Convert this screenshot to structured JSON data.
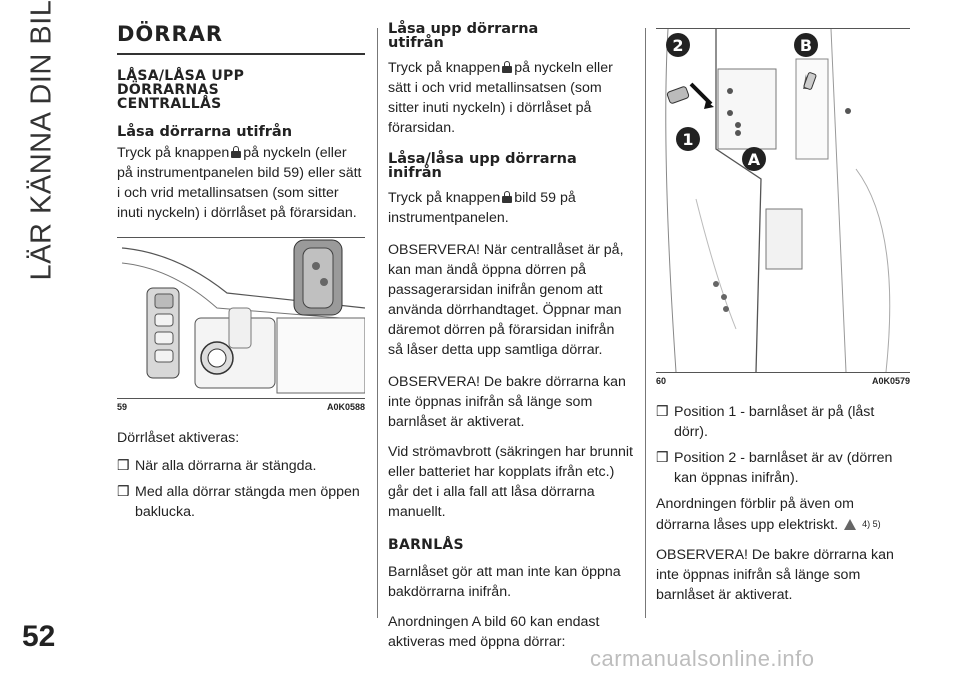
{
  "side_title": "LÄR KÄNNA DIN BIL",
  "page_number": "52",
  "watermark": "carmanualsonline.info",
  "col1": {
    "title": "DÖRRAR",
    "section_heading": "LÅSA/LÅSA UPP DÖRRARNAS CENTRALLÅS",
    "sub_heading": "Låsa dörrarna utifrån",
    "para1_before": "Tryck på knappen",
    "para1_after": "på nyckeln (eller på instrumentpanelen bild 59) eller sätt i och vrid metallinsatsen (som sitter inuti nyckeln) i dörrlåset på förarsidan.",
    "figure_number": "59",
    "figure_code": "A0K0588",
    "after_fig": "Dörrlåset aktiveras:",
    "bullets": [
      "När alla dörrarna är stängda.",
      "Med alla dörrar stängda men öppen baklucka."
    ]
  },
  "col2": {
    "sub_heading1": "Låsa upp dörrarna utifrån",
    "para1_before": "Tryck på knappen",
    "para1_after": "på nyckeln eller sätt i och vrid metallinsatsen (som sitter inuti nyckeln) i dörrlåset på förarsidan.",
    "sub_heading2": "Låsa/låsa upp dörrarna inifrån",
    "para2_before": "Tryck på knappen",
    "para2_after": "bild 59 på instrumentpanelen.",
    "para3": "OBSERVERA! När centrallåset är på, kan man ändå öppna dörren på passagerarsidan inifrån genom att använda dörrhandtaget. Öppnar man däremot dörren på förarsidan inifrån så låser detta upp samtliga dörrar.",
    "para4": "OBSERVERA! De bakre dörrarna kan inte öppnas inifrån så länge som barnlåset är aktiverat.",
    "para5": "Vid strömavbrott (säkringen har brunnit eller batteriet har kopplats ifrån etc.) går det i alla fall att låsa dörrarna manuellt.",
    "section_heading": "BARNLÅS",
    "para6": "Barnlåset gör att man inte kan öppna bakdörrarna inifrån.",
    "para7": "Anordningen A bild 60 kan endast aktiveras med öppna dörrar:"
  },
  "col3": {
    "figure_number": "60",
    "figure_code": "A0K0579",
    "callouts": [
      "2",
      "B",
      "1",
      "A"
    ],
    "bullets": [
      "Position 1 - barnlåset är på (låst dörr).",
      "Position 2 - barnlåset är av (dörren kan öppnas inifrån)."
    ],
    "para1": "Anordningen förblir på även om dörrarna låses upp elektriskt.",
    "para1_notes": "4) 5)",
    "para2": "OBSERVERA! De bakre dörrarna kan inte öppnas inifrån så länge som barnlåset är aktiverat."
  }
}
